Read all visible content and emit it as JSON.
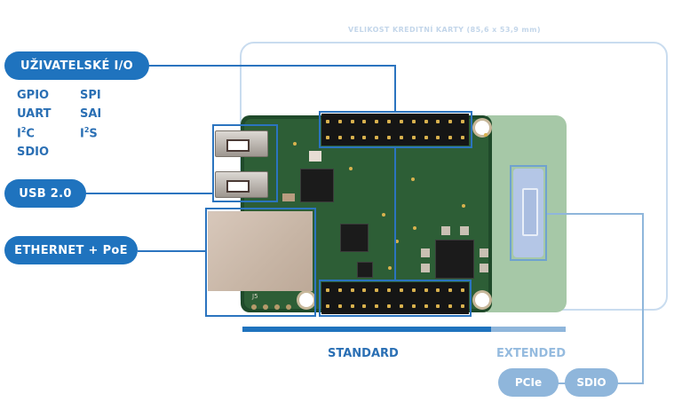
{
  "card": {
    "title": "VELIKOST KREDITNÍ KARTY (85,6 x 53,9 mm)"
  },
  "labels": {
    "user_io": "UŽIVATELSKÉ I/O",
    "usb": "USB 2.0",
    "ethernet": "ETHERNET + PoE"
  },
  "protocols": {
    "col1": [
      "GPIO",
      "UART",
      "I",
      "SDIO"
    ],
    "col2": [
      "SPI",
      "SAI",
      "I"
    ],
    "i2c": {
      "base": "I",
      "sup": "2",
      "rest": "C"
    },
    "i2s": {
      "base": "I",
      "sup": "2",
      "rest": "S"
    }
  },
  "bottom": {
    "standard": "STANDARD",
    "extended": "EXTENDED",
    "pcie": "PCIe",
    "sdio": "SDIO"
  },
  "board": {
    "header_silk": "J5"
  },
  "colors": {
    "primary": "#1f73be",
    "light": "#8fb6db",
    "card_outline": "#c9dcef",
    "pcb": "#2d5e36",
    "extended_area": "#a6c8a7"
  }
}
